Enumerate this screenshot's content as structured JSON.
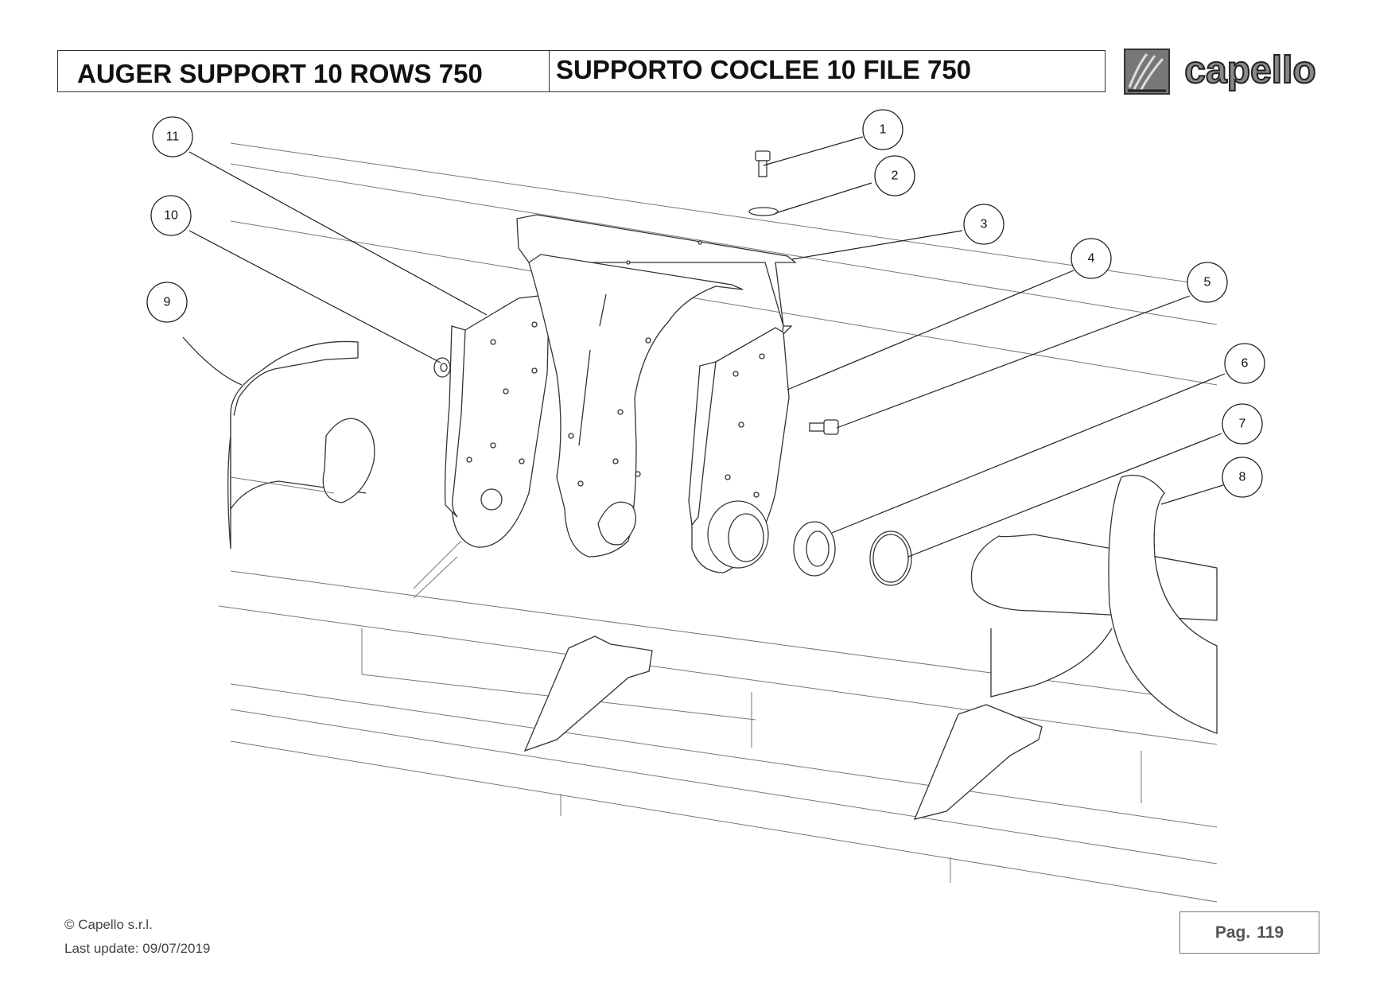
{
  "header": {
    "title_en": "AUGER SUPPORT 10 ROWS 750",
    "title_it": "SUPPORTO COCLEE 10 FILE 750",
    "logo_text": "capello"
  },
  "callouts": [
    "1",
    "2",
    "3",
    "4",
    "5",
    "6",
    "7",
    "8",
    "9",
    "10",
    "11"
  ],
  "footer": {
    "copyright": "© Capello s.r.l.",
    "last_update": "Last update: 09/07/2019",
    "page_label": "Pag.",
    "page_number": "119"
  },
  "colors": {
    "line": "#333333",
    "border": "#333333",
    "page_text": "#555555"
  }
}
